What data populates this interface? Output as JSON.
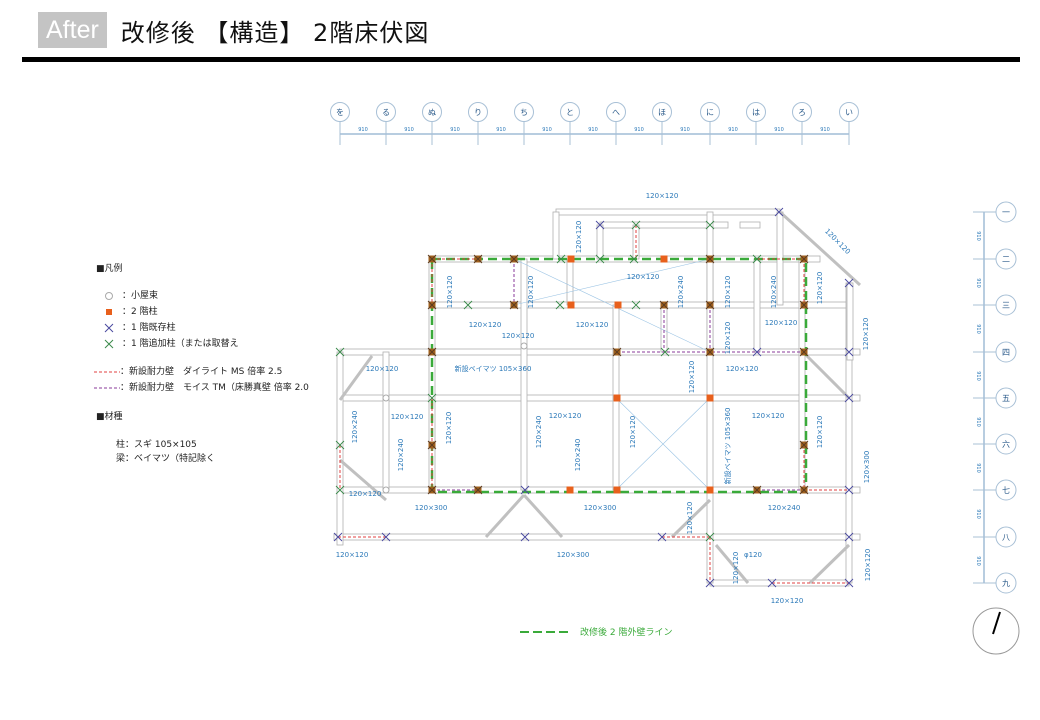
{
  "header": {
    "badge": "After",
    "title": "改修後 【構造】 2階床伏図"
  },
  "legend": {
    "heading": "■凡例",
    "items": [
      {
        "icon": "circle",
        "label": "：小屋束"
      },
      {
        "icon": "orange-square",
        "label": "：2 階柱"
      },
      {
        "icon": "blue-cross",
        "label": "：1 階既存柱"
      },
      {
        "icon": "green-cross",
        "label": "：1 階追加柱（または取替え"
      }
    ],
    "walls": [
      {
        "color": "#e04040",
        "label": "：新設耐力壁　ダイライト MS 倍率 2.5"
      },
      {
        "color": "#8a3a9a",
        "label": "：新設耐力壁　モイス TM（床勝真壁 倍率 2.0"
      }
    ],
    "materials_heading": "■材種",
    "materials": [
      "柱：スギ 105×105",
      "梁：ベイマツ（特記除く"
    ]
  },
  "grid": {
    "columns": [
      "を",
      "る",
      "ぬ",
      "り",
      "ち",
      "と",
      "へ",
      "ほ",
      "に",
      "は",
      "ろ",
      "い"
    ],
    "rows": [
      "一",
      "二",
      "三",
      "四",
      "五",
      "六",
      "七",
      "八",
      "九"
    ],
    "spacing": "910"
  },
  "plan_labels": [
    "120×120",
    "120×120",
    "120×120",
    "120×120",
    "120×120",
    "120×120",
    "120×240",
    "120×120",
    "120×240",
    "120×120",
    "120×120",
    "120×120",
    "120×120",
    "120×120",
    "120×120",
    "120×120",
    "120×120",
    "新設ベイマツ 105×360",
    "120×120",
    "120×120",
    "120×120",
    "120×120",
    "120×120",
    "120×120",
    "120×240",
    "120×240",
    "120×240",
    "120×120",
    "新設ベイマツ 105×360",
    "120×120",
    "120×300",
    "120×120",
    "120×300",
    "120×300",
    "120×240",
    "120×120",
    "120×120",
    "120×300",
    "120×120",
    "φ120",
    "120×120",
    "120×120",
    "120×240"
  ],
  "footer": {
    "outline_label": "改修後 2 階外壁ライン"
  },
  "colors": {
    "outline": "#3aaa3a",
    "column2f": "#e8601c",
    "existing": "#4a4aa0",
    "added": "#3a8a4a",
    "dim": "#2a78b8"
  }
}
